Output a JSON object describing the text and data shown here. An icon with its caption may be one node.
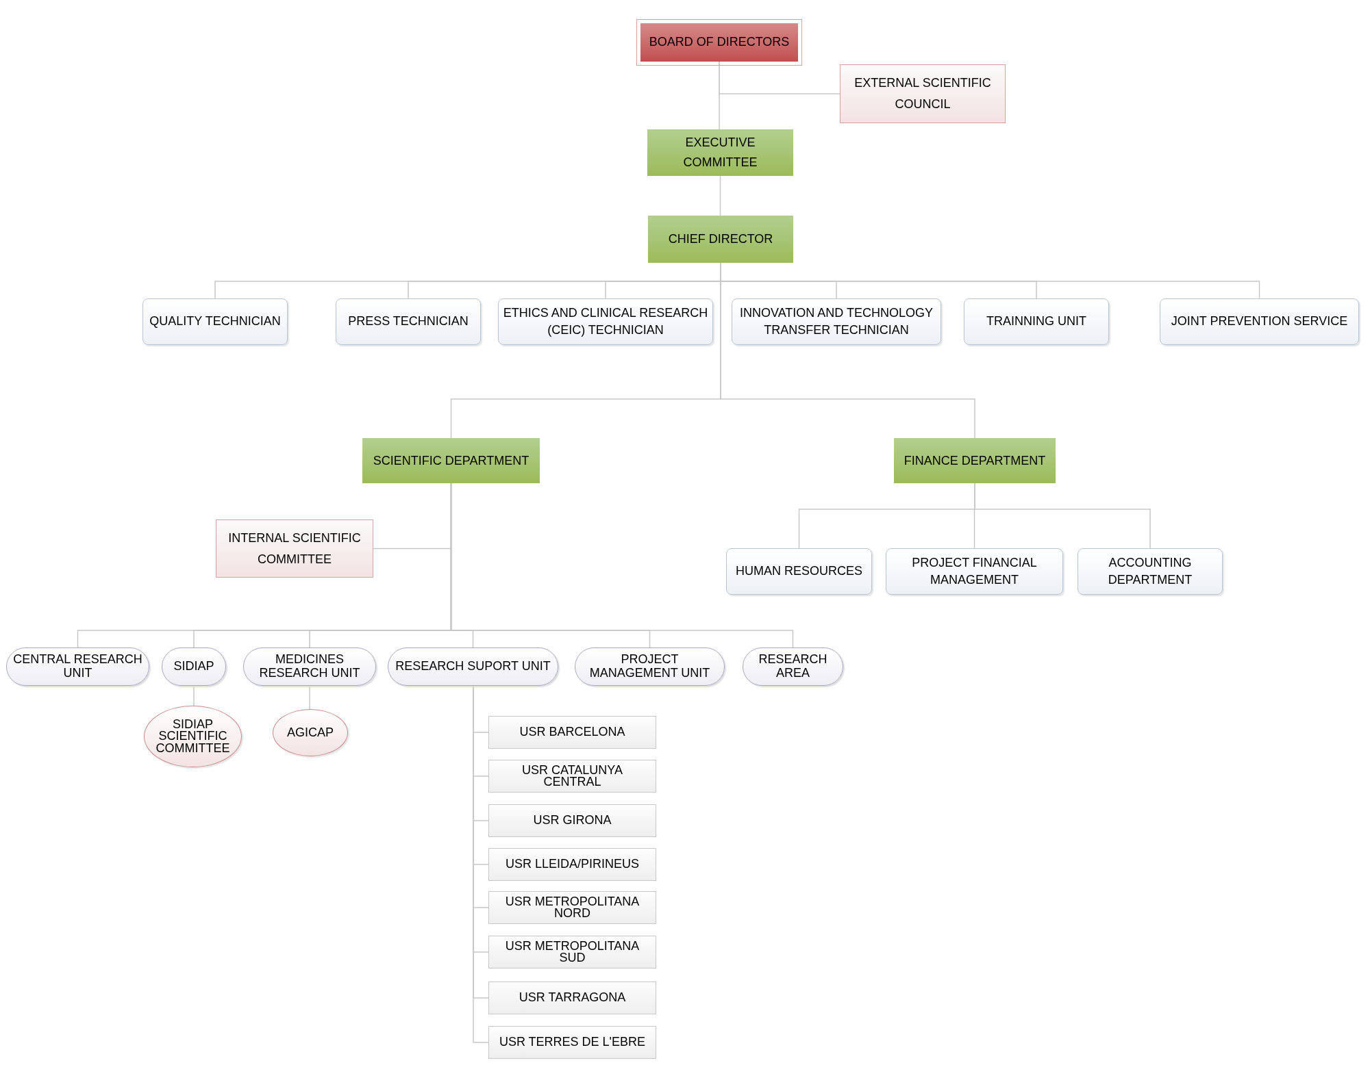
{
  "diagram": {
    "nodes": [
      {
        "text": [
          "BOARD OF DIRECTORS"
        ]
      },
      {
        "text": [
          "EXTERNAL SCIENTIFIC COUNCIL"
        ]
      },
      {
        "text": [
          "EXECUTIVE COMMITTEE"
        ]
      },
      {
        "text": [
          "CHIEF DIRECTOR"
        ]
      },
      {
        "text": [
          "QUALITY TECHNICIAN"
        ]
      },
      {
        "text": [
          "PRESS TECHNICIAN"
        ]
      },
      {
        "text": [
          "ETHICS AND CLINICAL RESEARCH (CEIC) TECHNICIAN"
        ]
      },
      {
        "text": [
          "INNOVATION AND TECHNOLOGY TRANSFER TECHNICIAN"
        ]
      },
      {
        "text": [
          "TRAINNING UNIT"
        ]
      },
      {
        "text": [
          "JOINT PREVENTION SERVICE"
        ]
      },
      {
        "text": [
          "SCIENTIFIC DEPARTMENT"
        ]
      },
      {
        "text": [
          "FINANCE DEPARTMENT"
        ]
      },
      {
        "text": [
          "INTERNAL SCIENTIFIC COMMITTEE"
        ]
      },
      {
        "text": [
          "HUMAN RESOURCES"
        ]
      },
      {
        "text": [
          "PROJECT FINANCIAL MANAGEMENT"
        ]
      },
      {
        "text": [
          "ACCOUNTING DEPARTMENT"
        ]
      },
      {
        "text": [
          "CENTRAL RESEARCH UNIT"
        ]
      },
      {
        "text": [
          "SIDIAP"
        ]
      },
      {
        "text": [
          "MEDICINES RESEARCH UNIT"
        ]
      },
      {
        "text": [
          "RESEARCH SUPORT UNIT"
        ]
      },
      {
        "text": [
          "PROJECT MANAGEMENT UNIT"
        ]
      },
      {
        "text": [
          "RESEARCH AREA"
        ]
      },
      {
        "text": [
          "SIDIAP SCIENTIFIC COMMITTEE"
        ]
      },
      {
        "text": [
          "AGICAP"
        ]
      },
      {
        "text": [
          "USR BARCELONA"
        ]
      },
      {
        "text": [
          "USR CATALUNYA CENTRAL"
        ]
      },
      {
        "text": [
          "USR GIRONA"
        ]
      },
      {
        "text": [
          "USR LLEIDA/PIRINEUS"
        ]
      },
      {
        "text": [
          "USR METROPOLITANA NORD"
        ]
      },
      {
        "text": [
          "USR METROPOLITANA SUD"
        ]
      },
      {
        "text": [
          "USR TARRAGONA"
        ]
      },
      {
        "text": [
          "USR TERRES DE L'EBRE"
        ]
      }
    ],
    "edges": [
      {
        "from": 0,
        "to": 1,
        "arrow": "none"
      },
      {
        "from": 0,
        "to": 2,
        "arrow": "none"
      },
      {
        "from": 2,
        "to": 3,
        "arrow": "none"
      },
      {
        "from": 3,
        "to": 4,
        "arrow": "none"
      },
      {
        "from": 3,
        "to": 5,
        "arrow": "none"
      },
      {
        "from": 3,
        "to": 6,
        "arrow": "none"
      },
      {
        "from": 3,
        "to": 7,
        "arrow": "none"
      },
      {
        "from": 3,
        "to": 8,
        "arrow": "none"
      },
      {
        "from": 3,
        "to": 9,
        "arrow": "none"
      },
      {
        "from": 3,
        "to": 10,
        "arrow": "none"
      },
      {
        "from": 3,
        "to": 11,
        "arrow": "none"
      },
      {
        "from": 10,
        "to": 12,
        "arrow": "none"
      },
      {
        "from": 11,
        "to": 13,
        "arrow": "none"
      },
      {
        "from": 11,
        "to": 14,
        "arrow": "none"
      },
      {
        "from": 11,
        "to": 15,
        "arrow": "none"
      },
      {
        "from": 10,
        "to": 16,
        "arrow": "none"
      },
      {
        "from": 10,
        "to": 17,
        "arrow": "none"
      },
      {
        "from": 10,
        "to": 18,
        "arrow": "none"
      },
      {
        "from": 10,
        "to": 19,
        "arrow": "none"
      },
      {
        "from": 10,
        "to": 20,
        "arrow": "none"
      },
      {
        "from": 10,
        "to": 21,
        "arrow": "none"
      },
      {
        "from": 17,
        "to": 22,
        "arrow": "none"
      },
      {
        "from": 18,
        "to": 23,
        "arrow": "none"
      },
      {
        "from": 19,
        "to": 24,
        "arrow": "none"
      },
      {
        "from": 19,
        "to": 25,
        "arrow": "none"
      },
      {
        "from": 19,
        "to": 26,
        "arrow": "none"
      },
      {
        "from": 19,
        "to": 27,
        "arrow": "none"
      },
      {
        "from": 19,
        "to": 28,
        "arrow": "none"
      },
      {
        "from": 19,
        "to": 29,
        "arrow": "none"
      },
      {
        "from": 19,
        "to": 30,
        "arrow": "none"
      },
      {
        "from": 19,
        "to": 31,
        "arrow": "none"
      }
    ]
  }
}
